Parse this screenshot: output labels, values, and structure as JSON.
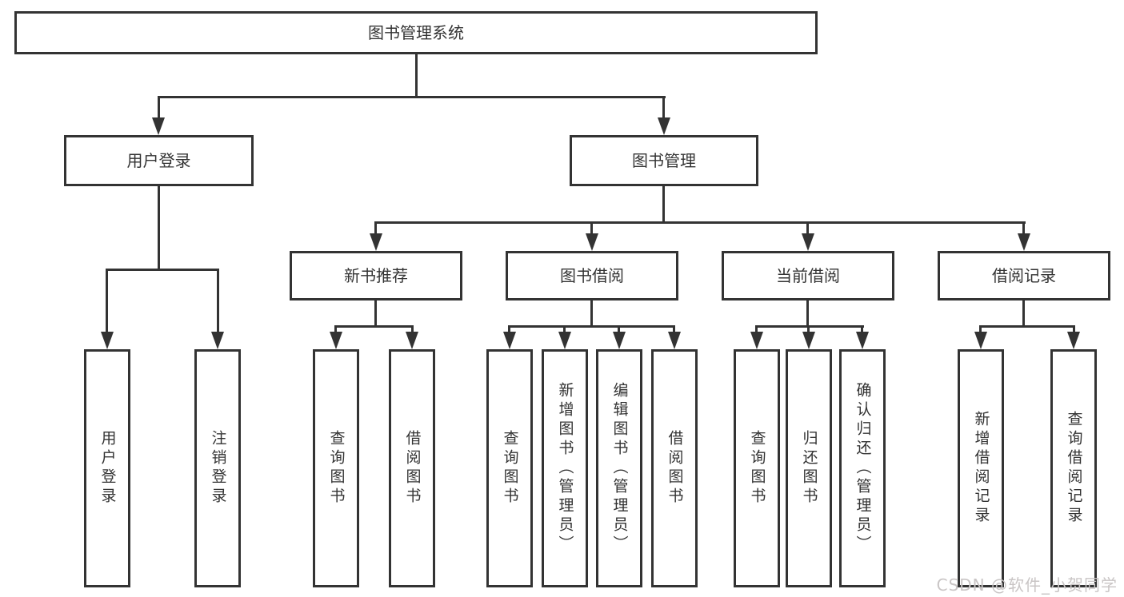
{
  "diagram": {
    "title_node": {
      "label": "图书管理系统"
    },
    "level2": [
      {
        "id": "user-login",
        "label": "用户登录"
      },
      {
        "id": "book-management",
        "label": "图书管理"
      }
    ],
    "level3": [
      {
        "id": "new-book-recommend",
        "parent": "图书管理",
        "label": "新书推荐"
      },
      {
        "id": "book-borrow",
        "parent": "图书管理",
        "label": "图书借阅"
      },
      {
        "id": "current-borrow",
        "parent": "图书管理",
        "label": "当前借阅"
      },
      {
        "id": "borrow-records",
        "parent": "图书管理",
        "label": "借阅记录"
      }
    ],
    "leaves": [
      {
        "id": "leaf-user-login",
        "parent": "用户登录",
        "label": "用户登录"
      },
      {
        "id": "leaf-logout",
        "parent": "用户登录",
        "label": "注销登录"
      },
      {
        "id": "leaf-query-book-1",
        "parent": "新书推荐",
        "label": "查询图书"
      },
      {
        "id": "leaf-borrow-book-1",
        "parent": "新书推荐",
        "label": "借阅图书"
      },
      {
        "id": "leaf-query-book-2",
        "parent": "图书借阅",
        "label": "查询图书"
      },
      {
        "id": "leaf-add-book-admin",
        "parent": "图书借阅",
        "label": "新增图书（管理员）"
      },
      {
        "id": "leaf-edit-book-admin",
        "parent": "图书借阅",
        "label": "编辑图书（管理员）"
      },
      {
        "id": "leaf-borrow-book-2",
        "parent": "图书借阅",
        "label": "借阅图书"
      },
      {
        "id": "leaf-query-book-3",
        "parent": "当前借阅",
        "label": "查询图书"
      },
      {
        "id": "leaf-return-book",
        "parent": "当前借阅",
        "label": "归还图书"
      },
      {
        "id": "leaf-confirm-return-admin",
        "parent": "当前借阅",
        "label": "确认归还（管理员）"
      },
      {
        "id": "leaf-add-borrow-record",
        "parent": "借阅记录",
        "label": "新增借阅记录"
      },
      {
        "id": "leaf-query-borrow-record",
        "parent": "借阅记录",
        "label": "查询借阅记录"
      }
    ]
  },
  "watermark": {
    "text": "CSDN @软件_小贺同学"
  },
  "colors": {
    "line": "#333333",
    "text": "#333333",
    "watermark": "#c9c5c5",
    "background": "#ffffff"
  }
}
